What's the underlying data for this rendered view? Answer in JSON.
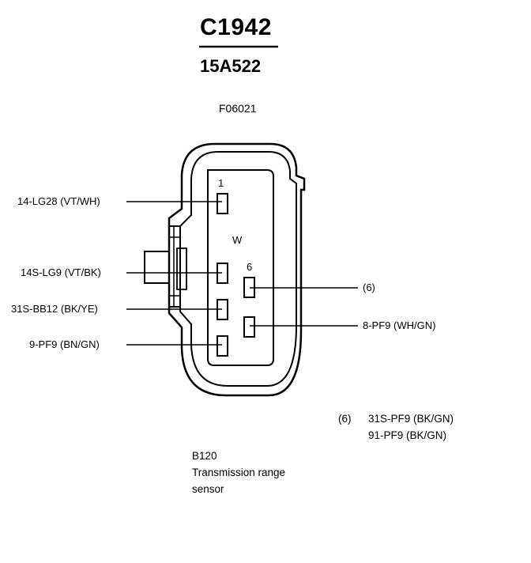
{
  "header": {
    "connector": "C1942",
    "part_number": "15A522",
    "figure_id": "F06021"
  },
  "connector": {
    "keyway": "W",
    "pin_numbers": {
      "first": "1",
      "last": "6"
    }
  },
  "wires": {
    "left": [
      "14-LG28 (VT/WH)",
      "14S-LG9 (VT/BK)",
      "31S-BB12 (BK/YE)",
      "9-PF9 (BN/GN)"
    ],
    "right": [
      "(6)",
      "8-PF9 (WH/GN)"
    ]
  },
  "footnote": {
    "ref": "(6)",
    "lines": [
      "31S-PF9 (BK/GN)",
      "91-PF9 (BK/GN)"
    ]
  },
  "component": {
    "id": "B120",
    "name_line1": "Transmission range",
    "name_line2": "sensor"
  }
}
